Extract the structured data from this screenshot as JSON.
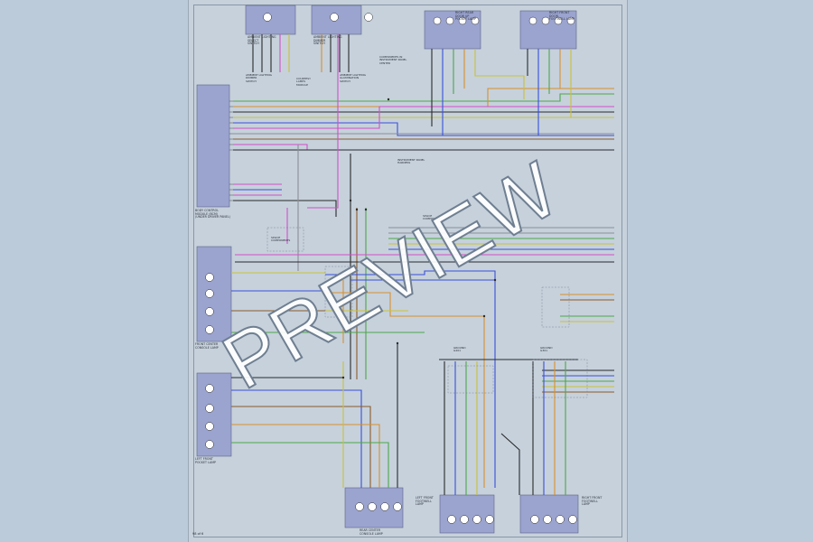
{
  "diagram": {
    "watermark": "PREVIEW",
    "sheet_number": "98 of 6",
    "colors": {
      "page_bg": "#bccbd9",
      "sheet_bg": "#c6d1dc",
      "component_fill": "#9ba4cf",
      "wire_blue": "#3a4fd8",
      "wire_magenta": "#d24fc8",
      "wire_green": "#4fa64a",
      "wire_orange": "#d8902e",
      "wire_yellow": "#c9c23a",
      "wire_brown": "#8b5a2b",
      "wire_gray": "#8a8f96",
      "wire_black": "#2b2b2b"
    },
    "components": {
      "top_switch_left": "Ambient lighting\nselect\nswitch",
      "top_switch_right": "Ambient lighting\ndimmer\nswitch",
      "right_rear_lamp": "Right rear\ndoor up\npocket lamp",
      "right_front_lamp": "Right front\ndoor\nfootwell lamp",
      "control_module": "Body control\nmodule (BCM)\n(under driver panel)",
      "front_console_lamp": "Front center\nconsole lamp",
      "left_front_lamp": "Left front\npocket lamp",
      "bottom_center_lamp": "Rear center\nconsole lamp",
      "bottom_left_lamp": "Left front\nfootwell\nlamp",
      "bottom_right_lamp": "Right front\nfootwell\nlamp"
    },
    "blocks": {
      "ambient_dimmer": "Ambient lighting\ndimmer\nswitch",
      "ambient_illum": "Ambient lighting\nillumination\nswitch",
      "courtesy_note": "Courtesy\nlamps\nmodule",
      "connector_1": "Components in\ninstrument panel\ncenter",
      "connector_2": "Instrument panel\nharness",
      "splice_a": "Splice\ncomponents",
      "splice_b": "Splice\ncomponent",
      "ground_left": "Ground\nG201",
      "ground_right": "Ground\nG301"
    }
  }
}
